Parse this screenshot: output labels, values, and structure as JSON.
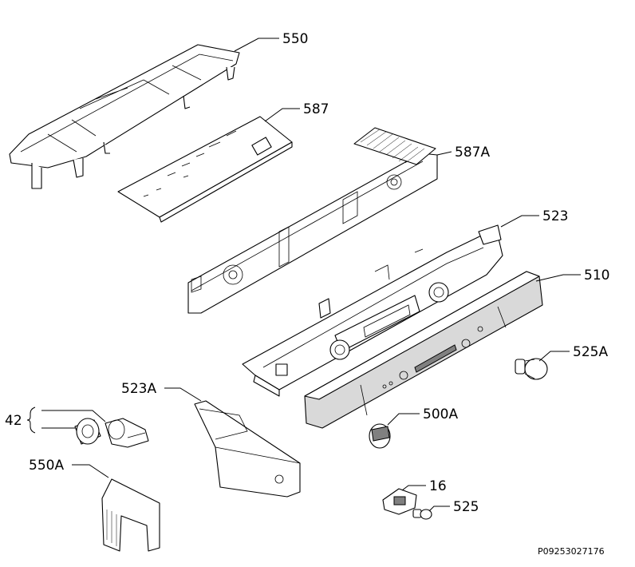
{
  "labels": {
    "p550": "550",
    "p587": "587",
    "p587a": "587A",
    "p523": "523",
    "p510": "510",
    "p525a": "525A",
    "p523a": "523A",
    "p42": "42",
    "p500a": "500A",
    "p550a": "550A",
    "p16": "16",
    "p525": "525"
  },
  "diagram_code": "P09253027176"
}
